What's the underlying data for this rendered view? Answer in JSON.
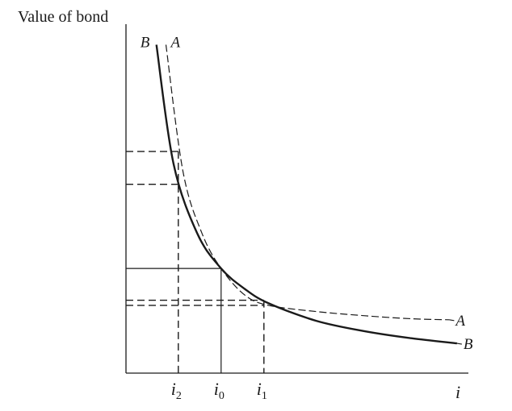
{
  "chart_data": {
    "type": "line",
    "ylabel": "Value of bond",
    "xlabel": "i",
    "series": [
      {
        "name": "B",
        "style": "solid",
        "values": [
          [
            0.32,
            1.6
          ],
          [
            0.5,
            1.02
          ],
          [
            0.75,
            0.68
          ],
          [
            1.0,
            0.51
          ],
          [
            1.25,
            0.41
          ],
          [
            1.5,
            0.34
          ],
          [
            2.0,
            0.255
          ],
          [
            2.5,
            0.205
          ],
          [
            3.0,
            0.17
          ],
          [
            3.48,
            0.145
          ]
        ]
      },
      {
        "name": "A",
        "style": "dashed",
        "values": [
          [
            0.42,
            1.6
          ],
          [
            0.6,
            0.98
          ],
          [
            0.8,
            0.68
          ],
          [
            1.0,
            0.51
          ],
          [
            1.25,
            0.38
          ],
          [
            1.5,
            0.33
          ],
          [
            2.0,
            0.3
          ],
          [
            2.5,
            0.28
          ],
          [
            3.0,
            0.265
          ],
          [
            3.4,
            0.26
          ]
        ]
      }
    ],
    "marked_points": [
      {
        "tick": "i_2",
        "sub": "2",
        "x": 0.55,
        "y_B": 0.92,
        "y_A": 1.08
      },
      {
        "tick": "i_0",
        "sub": "0",
        "x": 1.0,
        "y_B": 0.51,
        "y_A": 0.51
      },
      {
        "tick": "i_1",
        "sub": "1",
        "x": 1.45,
        "y_B": 0.33,
        "y_A": 0.355
      }
    ],
    "xlim": [
      0,
      3.6
    ],
    "ylim": [
      0,
      1.7
    ],
    "axis_ticks_numeric": false,
    "grid": false,
    "legend": "none"
  }
}
